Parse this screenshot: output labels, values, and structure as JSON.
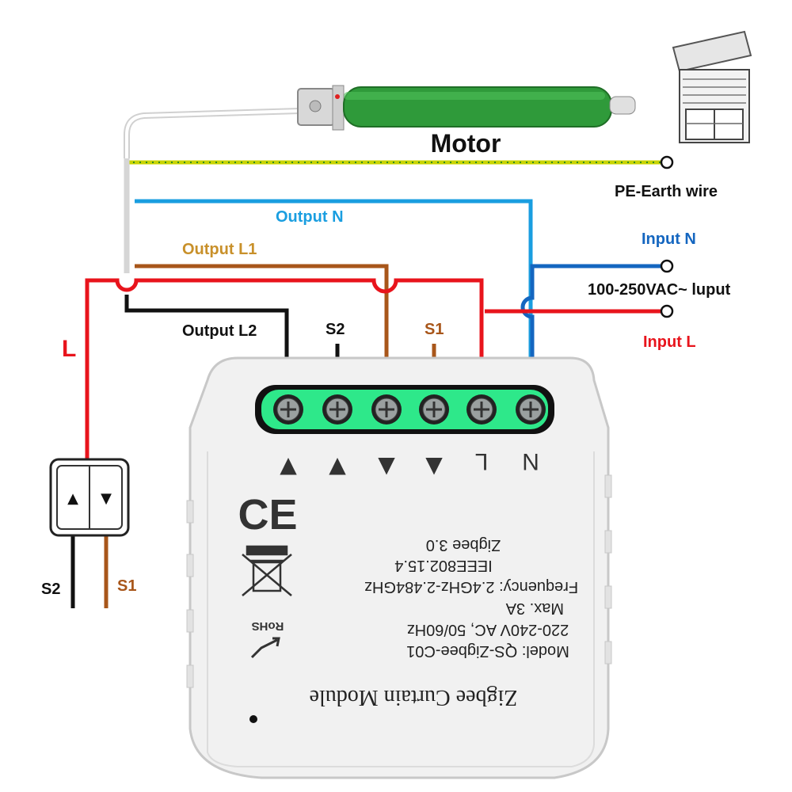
{
  "labels": {
    "motor": "Motor",
    "pe_earth": "PE-Earth wire",
    "output_n": "Output N",
    "output_l1": "Output L1",
    "output_l2": "Output L2",
    "input_n": "Input N",
    "input_voltage": "100-250VAC~ luput",
    "input_l": "Input L",
    "s2_top": "S2",
    "s1_top": "S1",
    "l_line": "L",
    "s2_switch": "S2",
    "s1_switch": "S1"
  },
  "terminal_marks": [
    "▲",
    "▲",
    "▼",
    "▼",
    "L",
    "N"
  ],
  "module": {
    "title": "Zigbee Curtain Module",
    "model": "Model: QS-Zigbee-C01",
    "power": "220-240V AC, 50/60Hz",
    "max": "Max. 3A",
    "frequency": "Frequency: 2.4GHz-2.484GHz",
    "ieee": "IEEE802.15.4",
    "zigbee": "Zigbee 3.0",
    "ce": "CE",
    "rohs": "RoHS"
  },
  "switch": {
    "up": "▲",
    "down": "▼"
  },
  "colors": {
    "earth": "#c8d400",
    "earth_stripe": "#2e8b22",
    "output_n": "#1a9ee0",
    "output_l1": "#a8561a",
    "live": "#e8141c",
    "input_n": "#1466c0",
    "black": "#111111",
    "terminal": "#2ee88a",
    "motor": "#2f9a3a"
  }
}
